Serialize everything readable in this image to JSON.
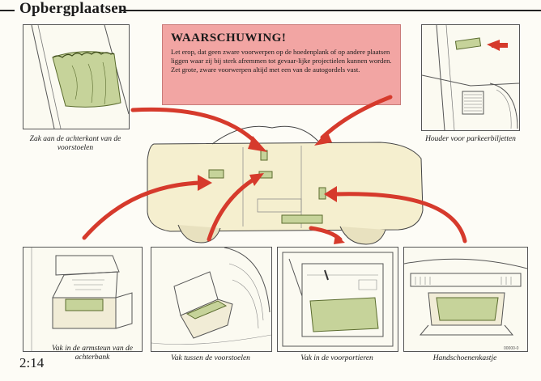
{
  "header": {
    "title": "Opbergplaatsen"
  },
  "warning": {
    "heading": "WAARSCHUWING!",
    "text": "Let erop, dat geen zware voorwerpen op de hoedenplank of op andere plaatsen liggen waar zij bij sterk afremmen tot gevaar-lijke projectielen kunnen worden. Zet grote, zware voorwerpen altijd met een van de autogordels vast."
  },
  "captions": {
    "seatback_pocket": "Zak aan de achterkant van de voorstoelen",
    "parking_ticket_holder": "Houder voor parkeerbiljetten",
    "rear_armrest": "Vak in de armsteun van de achterbank",
    "between_front_seats": "Vak tussen de voorstoelen",
    "front_door": "Vak in de voorportieren",
    "glovebox": "Handschoenenkastje"
  },
  "footer": {
    "page_number": "2:14",
    "code": "00000-0"
  },
  "colors": {
    "highlight_green": "#c6d39a",
    "arrow_red": "#d63a2c",
    "warning_bg": "#f2a5a3",
    "car_fill": "#f5efcf"
  }
}
